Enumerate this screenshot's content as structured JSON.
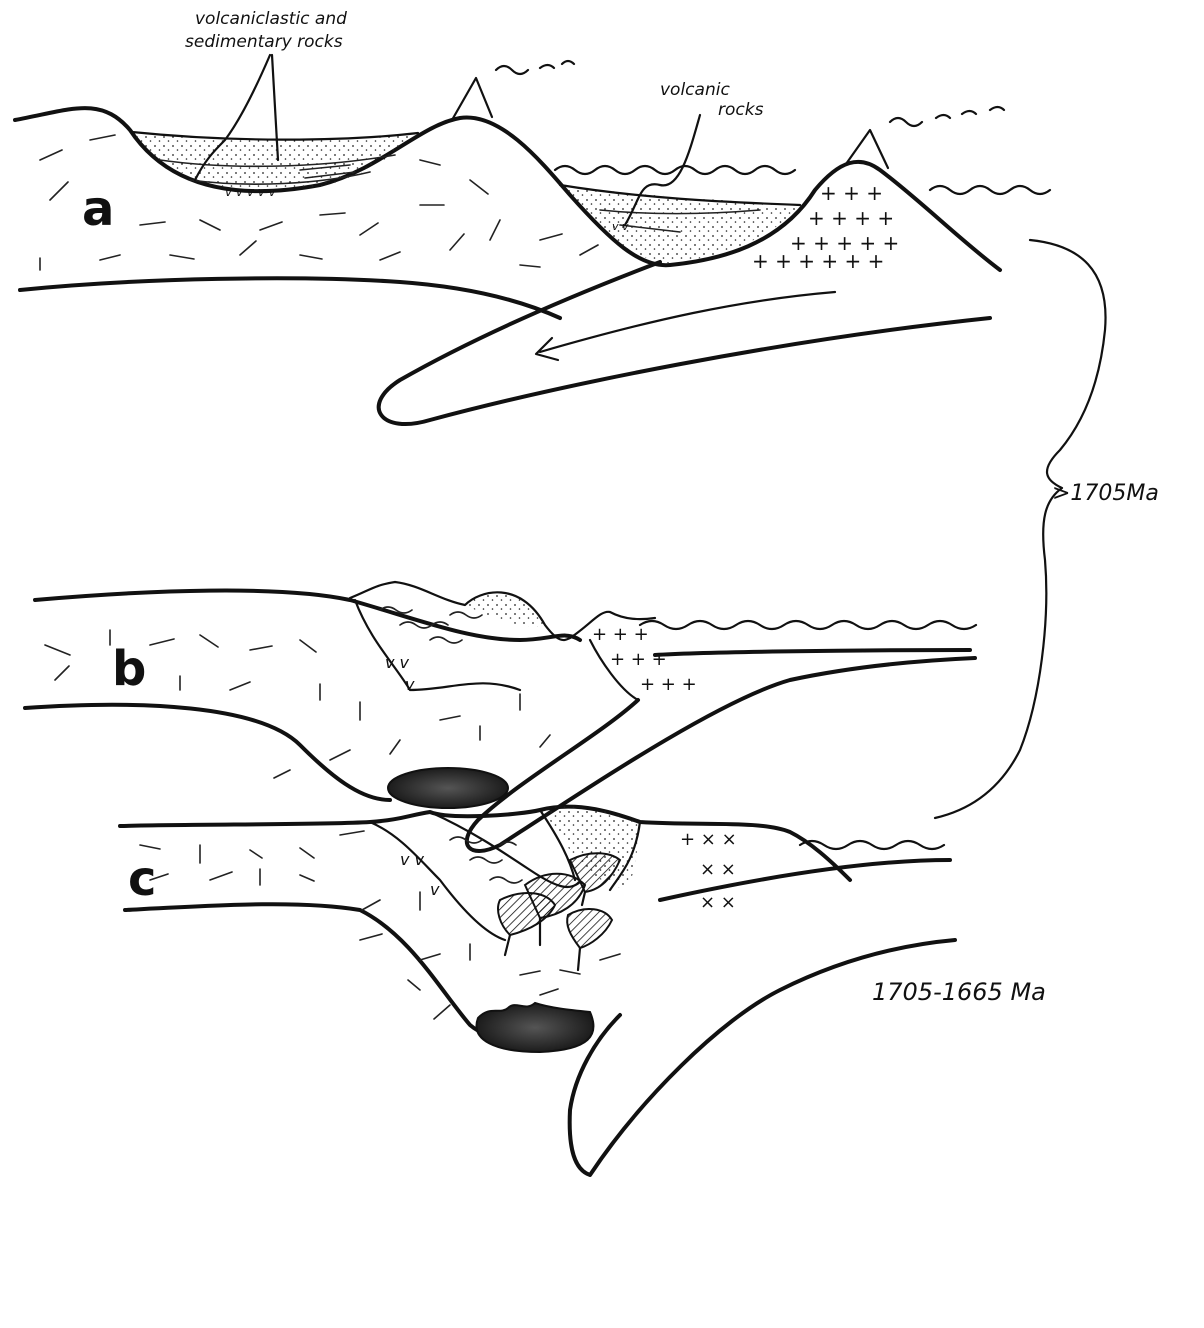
{
  "labels": {
    "sediments": [
      "volcaniclastic and",
      "sedimentary rocks"
    ],
    "volcanic": [
      "volcanic",
      "rocks"
    ],
    "panel_a": "a",
    "panel_b": "b",
    "panel_c": "c",
    "age_ab": ">1705Ma",
    "age_c": "1705-1665 Ma"
  },
  "colors": {
    "ink": "#111111",
    "paper": "#ffffff",
    "melt": "#1a1a1a"
  }
}
